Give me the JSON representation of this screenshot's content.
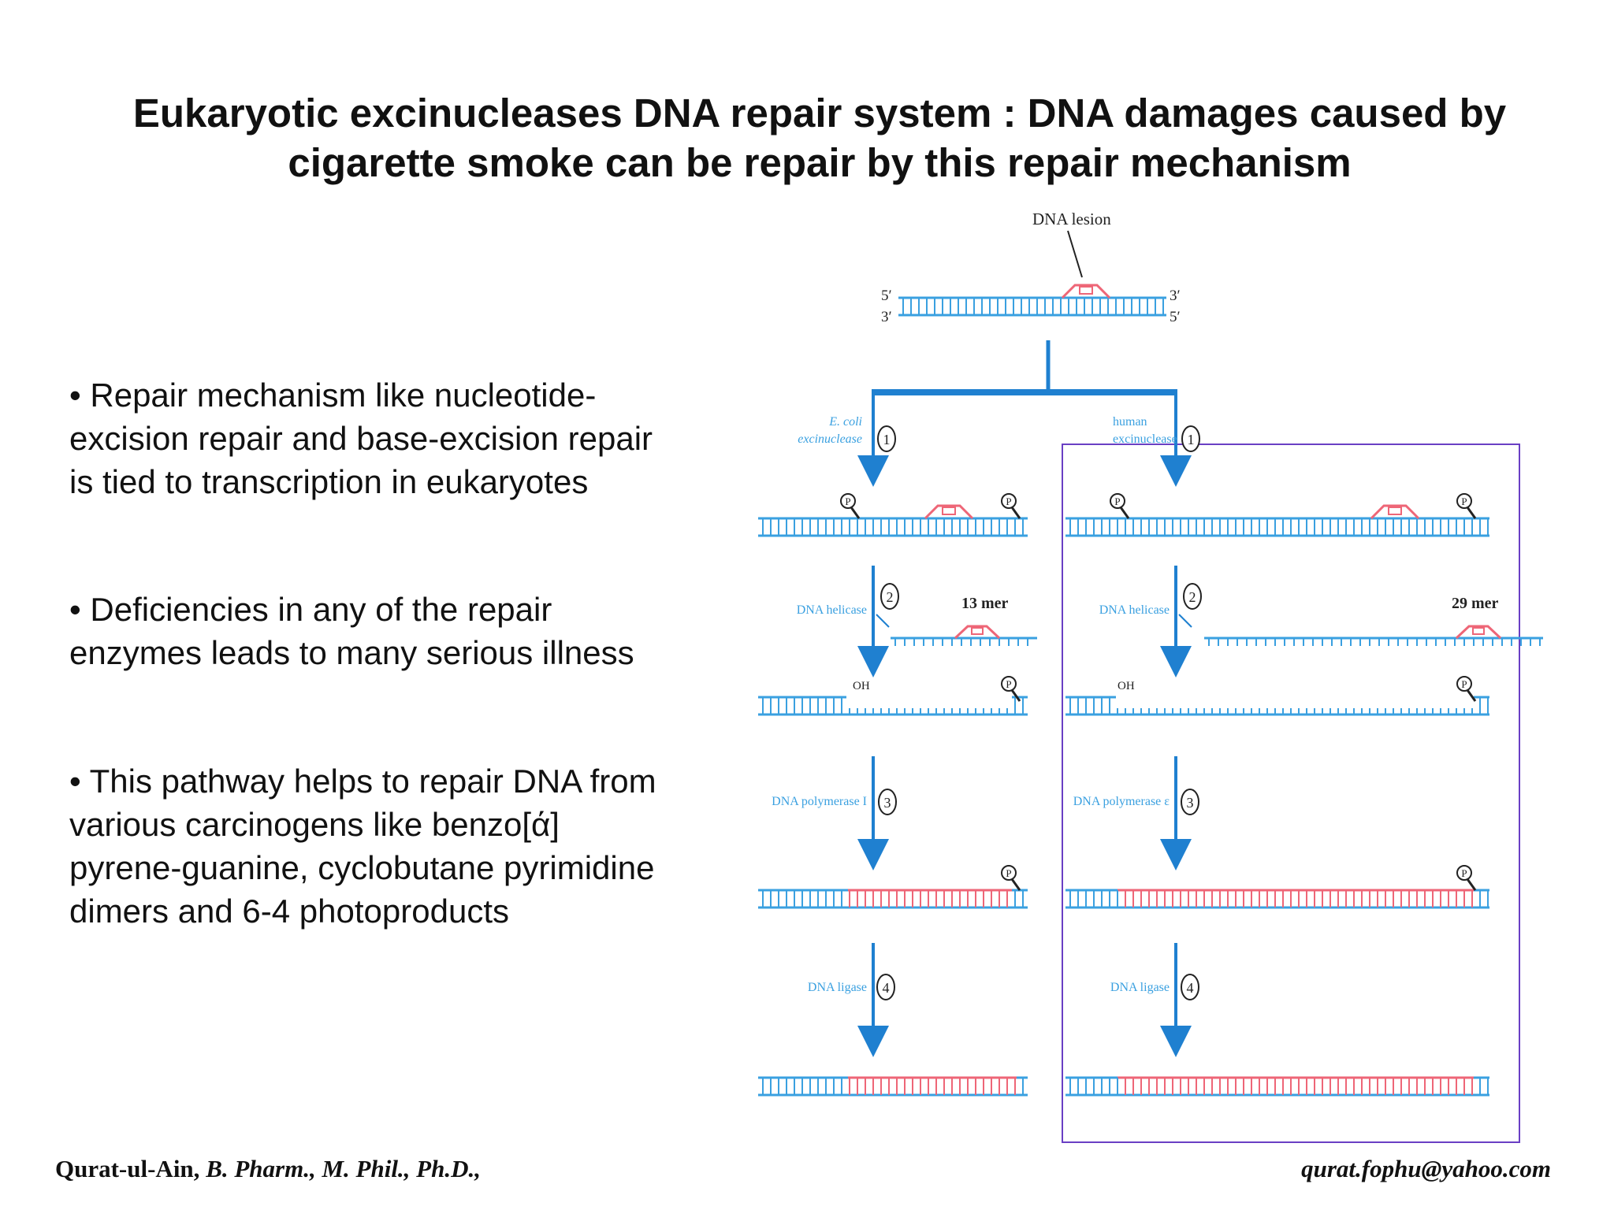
{
  "title": {
    "line1": "Eukaryotic excinucleases DNA repair system : DNA damages caused by",
    "line2": "cigarette smoke can be repair by this repair mechanism"
  },
  "bullets": [
    {
      "lines": [
        "• Repair mechanism like nucleotide-",
        "excision repair and base-excision repair",
        "is tied to transcription in eukaryotes"
      ]
    },
    {
      "lines": [
        "• Deficiencies in any of the repair",
        "enzymes leads to many serious illness"
      ]
    },
    {
      "lines": [
        "• This pathway helps to repair DNA from",
        "various carcinogens like benzo[ά]",
        "pyrene-guanine, cyclobutane pyrimidine",
        "dimers and 6-4 photoproducts"
      ]
    }
  ],
  "diagram": {
    "lesion_label": "DNA lesion",
    "end_5prime_top": "5′",
    "end_3prime_bottom": "3′",
    "end_3prime_top": "3′",
    "end_5prime_bottom": "5′",
    "left_branch_label_1": "E. coli",
    "left_branch_label_2": "excinuclease",
    "right_branch_label_1": "human",
    "right_branch_label_2": "excinuclease",
    "step1": "1",
    "step2": "2",
    "step3": "3",
    "step4": "4",
    "helicase_label": "DNA helicase",
    "ecoli_fragment": "13 mer",
    "human_fragment": "29 mer",
    "hydroxyl": "OH",
    "phosphate": "P",
    "polymerase_left": "DNA polymerase I",
    "polymerase_right": "DNA polymerase ε",
    "ligase_label": "DNA ligase",
    "colors": {
      "dna": "#3aa0e0",
      "arrow": "#1f80d0",
      "repair": "#ee6677",
      "highlight_box": "#6a3fc4"
    }
  },
  "footer": {
    "name": "Qurat-ul-Ain,",
    "qualifications": " B. Pharm., M. Phil., Ph.D.,",
    "email": "qurat.fophu@yahoo.com"
  }
}
